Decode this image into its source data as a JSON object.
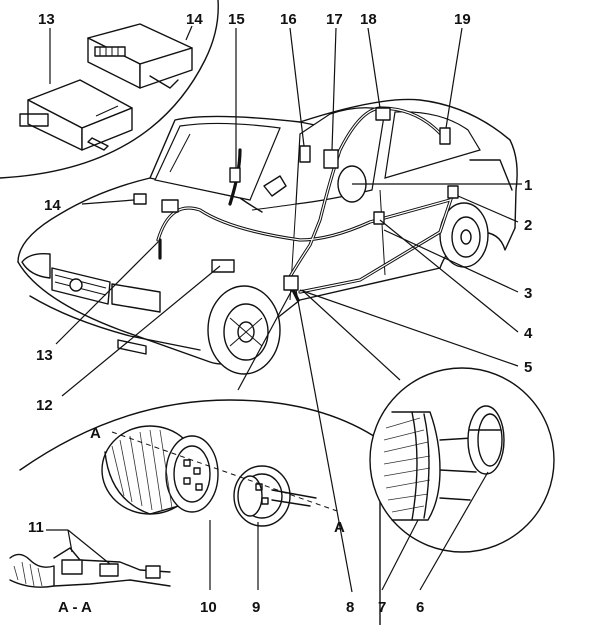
{
  "figure": {
    "callouts": {
      "c1": "1",
      "c2": "2",
      "c3": "3",
      "c4": "4",
      "c5": "5",
      "c6": "6",
      "c7": "7",
      "c8": "8",
      "c9": "9",
      "c10": "10",
      "c11": "11",
      "c12": "12",
      "c13": "13",
      "c14": "14",
      "c15": "15",
      "c16": "16",
      "c17": "17",
      "c18": "18",
      "c19": "19",
      "c13_inset": "13",
      "c14_inset": "14"
    },
    "section": {
      "a_upper": "A",
      "a_lower": "A",
      "section_label": "A - A"
    }
  }
}
